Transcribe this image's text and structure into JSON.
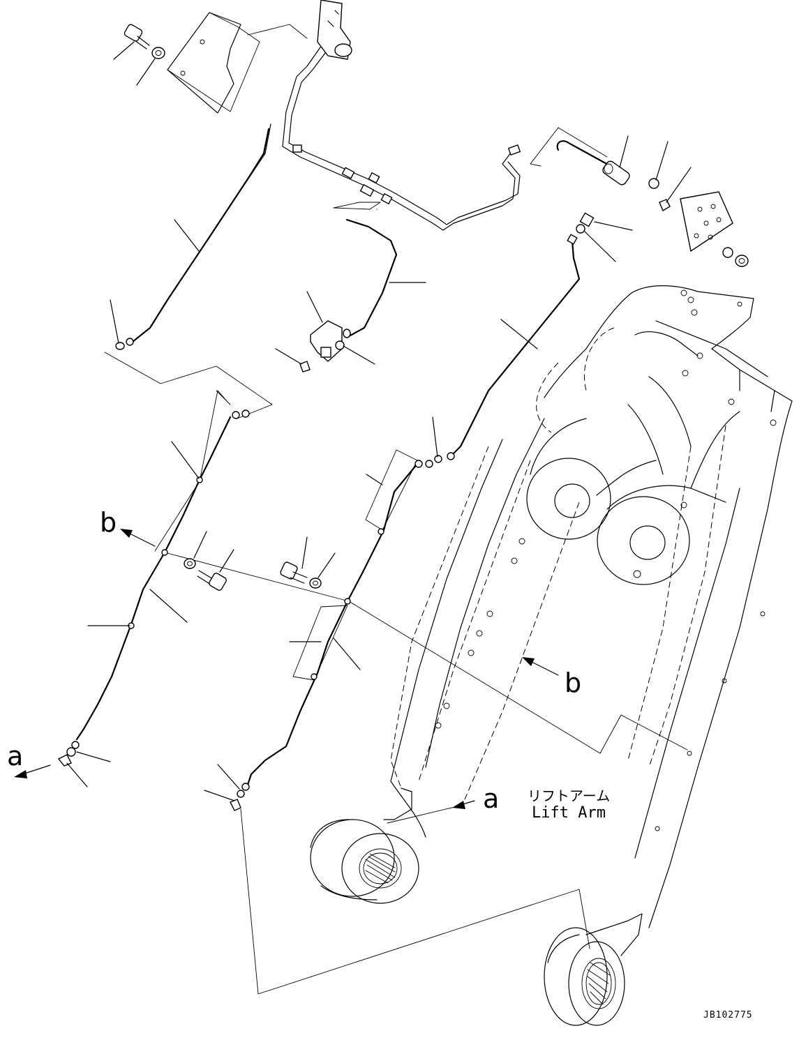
{
  "callouts": {
    "a_left": "a",
    "a_right": "a",
    "b_left": "b",
    "b_right": "b"
  },
  "part_name": {
    "japanese": "リフトアーム",
    "english": "Lift Arm"
  },
  "drawing_code": "JB102775"
}
